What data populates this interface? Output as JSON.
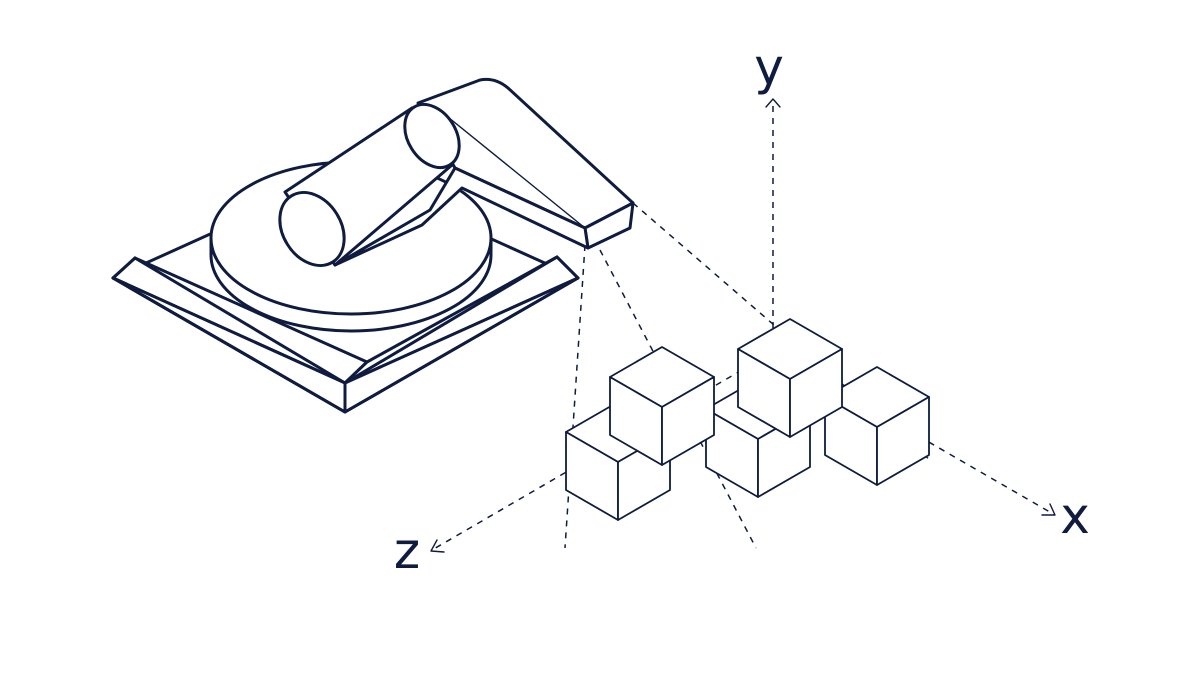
{
  "diagram": {
    "line_color": "#0f1c40",
    "background": "#ffffff",
    "axes": {
      "x_label": "x",
      "y_label": "y",
      "z_label": "z"
    },
    "box_count": 5
  }
}
